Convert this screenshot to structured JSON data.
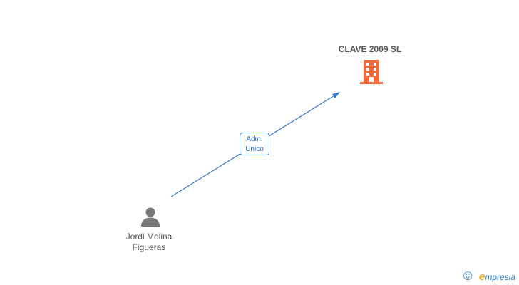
{
  "company": {
    "name": "CLAVE 2009 SL",
    "icon": "building-icon",
    "color": "#f26a3a"
  },
  "person": {
    "name_line1": "Jordi Molina",
    "name_line2": "Figueras",
    "icon": "person-icon",
    "color": "#777777"
  },
  "relation": {
    "line1": "Adm.",
    "line2": "Unico",
    "color": "#2f6fbd"
  },
  "footer": {
    "copyright_symbol": "©",
    "brand_initial": "e",
    "brand_rest": "mpresia"
  }
}
